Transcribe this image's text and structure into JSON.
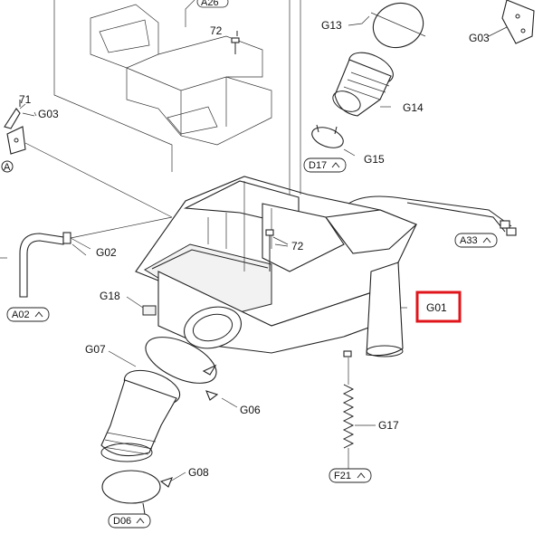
{
  "labels": {
    "a26": "A26",
    "p72_top": "72",
    "g13": "G13",
    "g03_right": "G03",
    "p71": "71",
    "g03_left": "G03",
    "circle_a": "A",
    "g14": "G14",
    "g15": "G15",
    "d17": "D17",
    "g02": "G02",
    "p72_mid": "72",
    "a33": "A33",
    "g18": "G18",
    "g01": "G01",
    "a02": "A02",
    "g07": "G07",
    "g06": "G06",
    "g17": "G17",
    "f21": "F21",
    "g08": "G08",
    "d06": "D06"
  },
  "colors": {
    "highlight_box": "#e0151b",
    "line": "#222222"
  }
}
